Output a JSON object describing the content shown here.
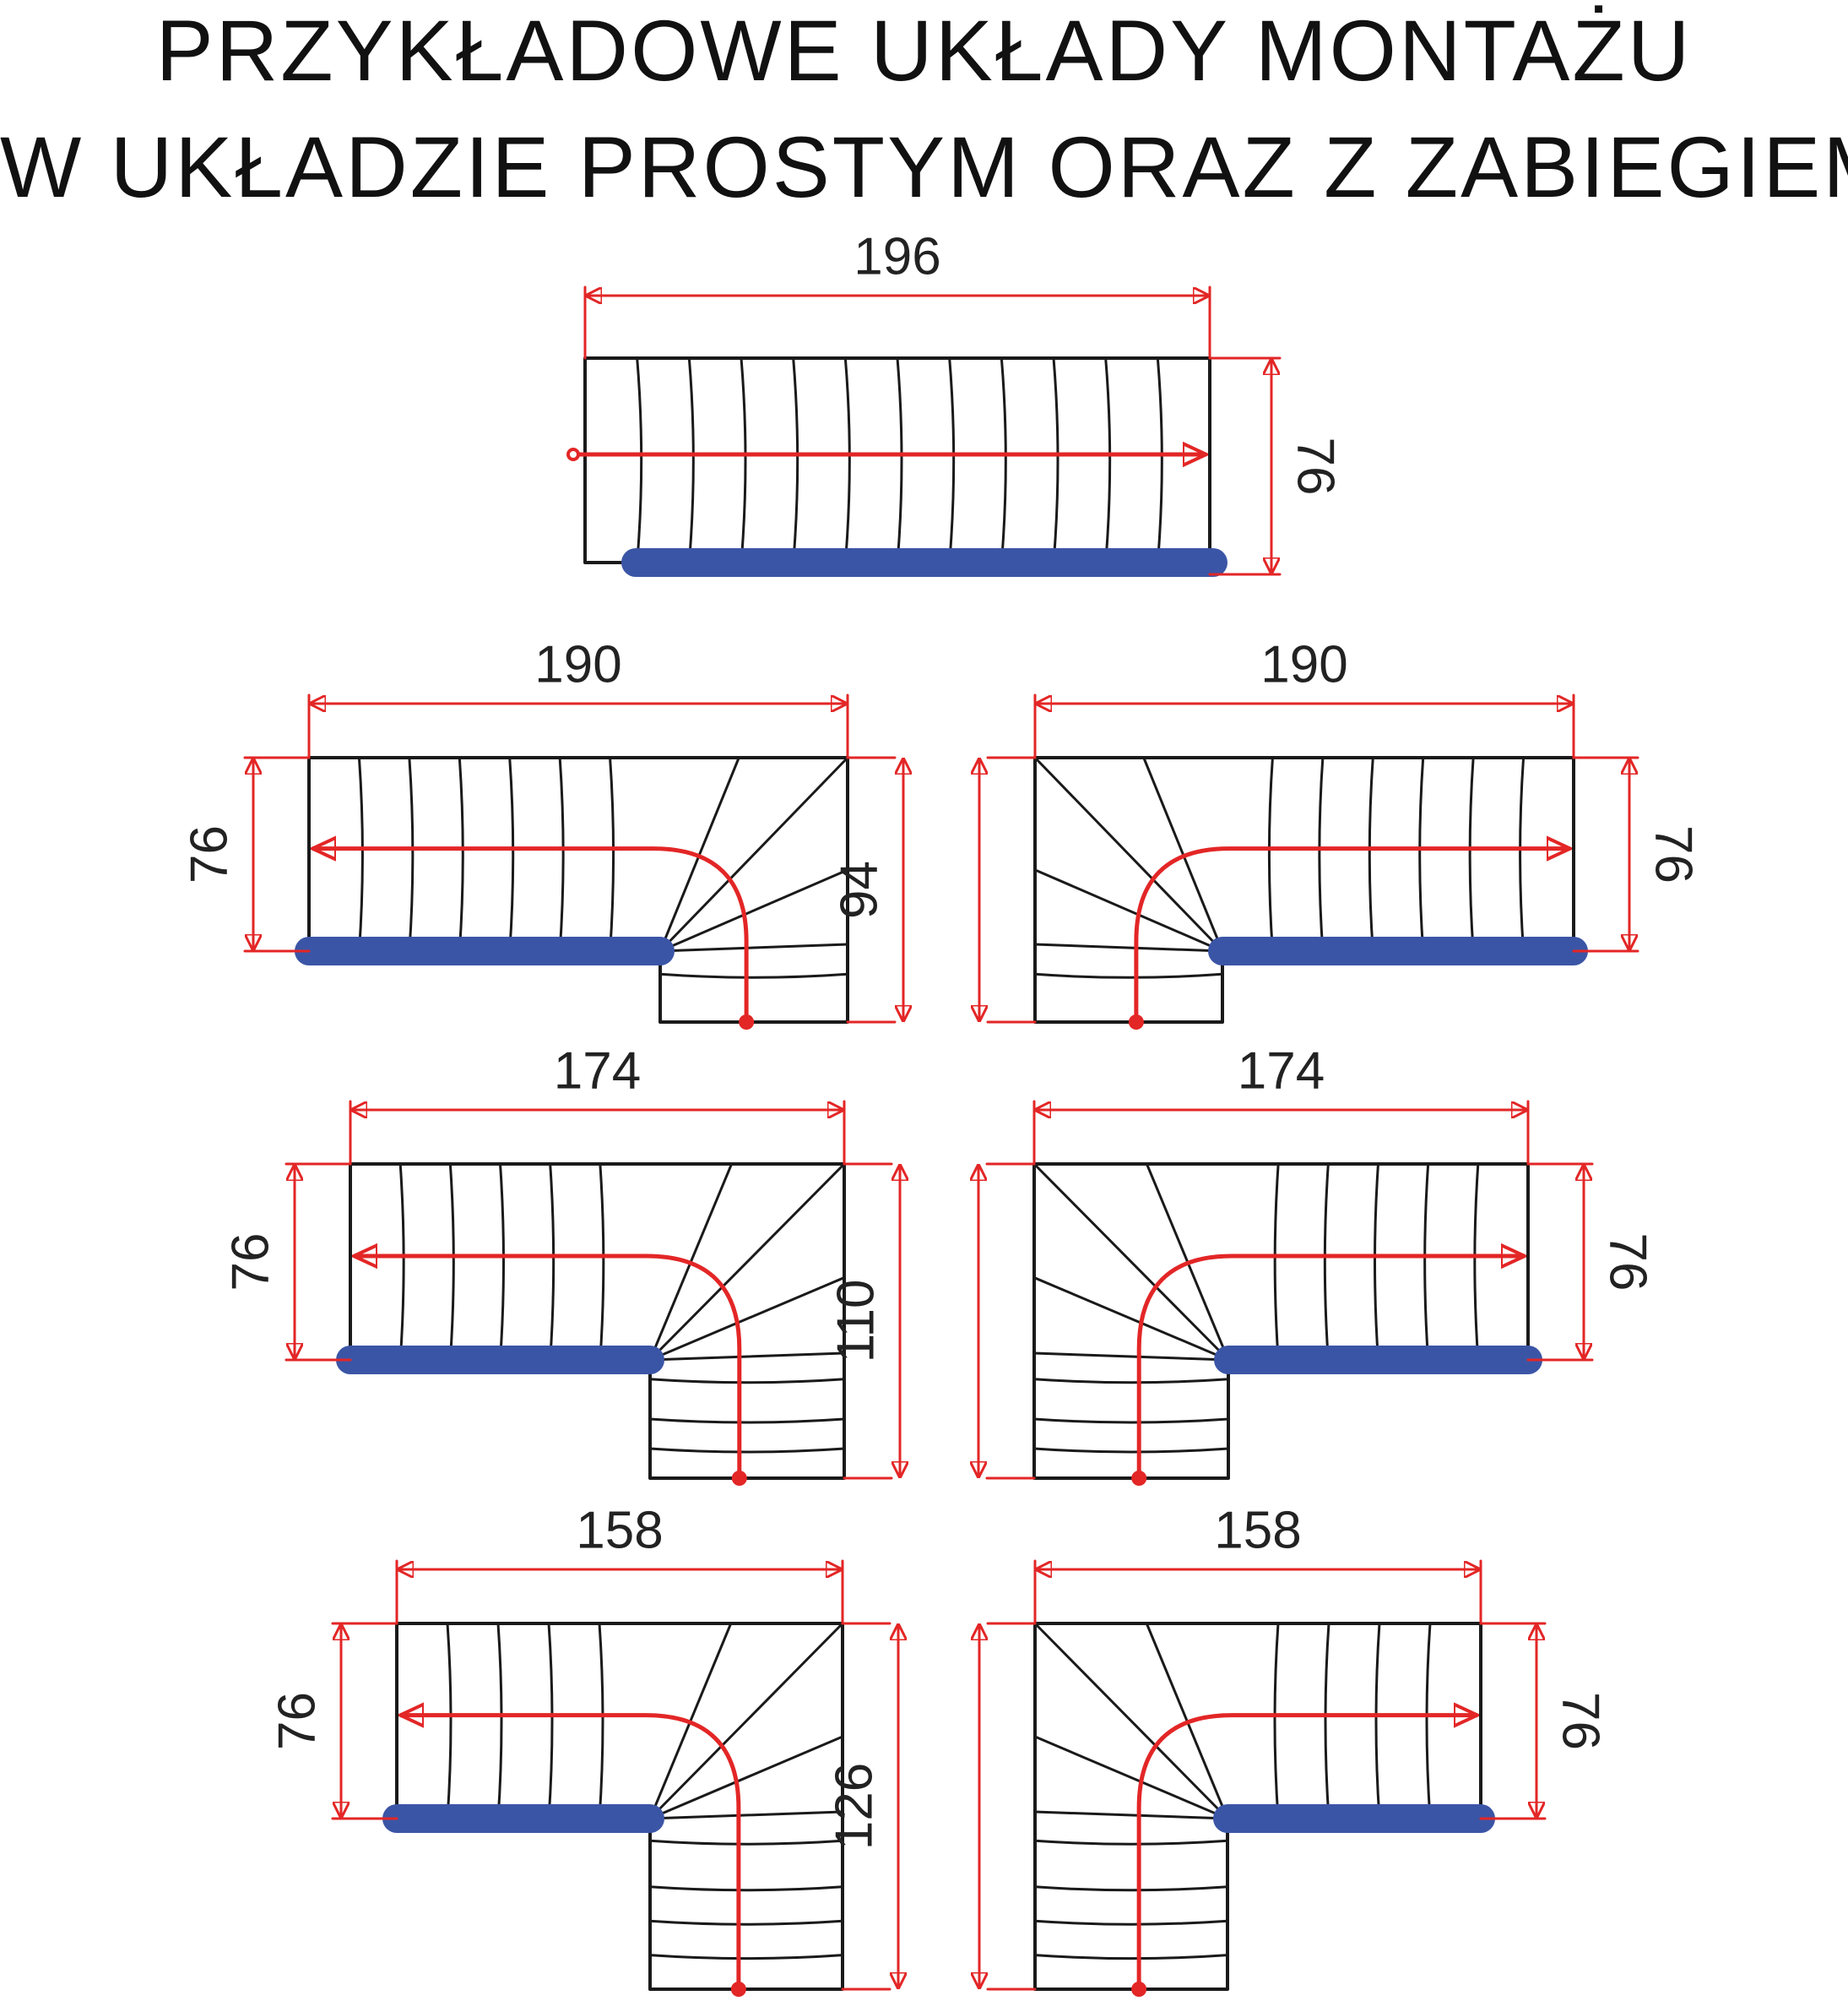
{
  "title": {
    "line1": "PRZYKŁADOWE UKŁADY MONTAŻU",
    "line2": "W UKŁADZIE PROSTYM ORAZ Z ZABIEGIEM"
  },
  "colors": {
    "outline": "#1a1a1a",
    "dimension": "#e32626",
    "walk_line": "#e32626",
    "wall_bar": "#3b55a6"
  },
  "layouts": [
    {
      "id": "straight",
      "type": "straight",
      "width_label": "196",
      "depth_label": "76",
      "steps": 12
    },
    {
      "id": "winder-94-left",
      "type": "winder",
      "mirror": false,
      "width_label": "190",
      "depth_label": "76",
      "side_label": "94",
      "straight_steps": 7,
      "bottom_steps": 1
    },
    {
      "id": "winder-94-right",
      "type": "winder",
      "mirror": true,
      "width_label": "190",
      "depth_label": "76",
      "straight_steps": 7,
      "bottom_steps": 1
    },
    {
      "id": "winder-110-left",
      "type": "winder",
      "mirror": false,
      "width_label": "174",
      "depth_label": "76",
      "side_label": "110",
      "straight_steps": 6,
      "bottom_steps": 3
    },
    {
      "id": "winder-110-right",
      "type": "winder",
      "mirror": true,
      "width_label": "174",
      "depth_label": "76",
      "straight_steps": 6,
      "bottom_steps": 3
    },
    {
      "id": "winder-126-left",
      "type": "winder",
      "mirror": false,
      "width_label": "158",
      "depth_label": "76",
      "side_label": "126",
      "straight_steps": 5,
      "bottom_steps": 4
    },
    {
      "id": "winder-126-right",
      "type": "winder",
      "mirror": true,
      "width_label": "158",
      "depth_label": "76",
      "straight_steps": 5,
      "bottom_steps": 4
    }
  ]
}
